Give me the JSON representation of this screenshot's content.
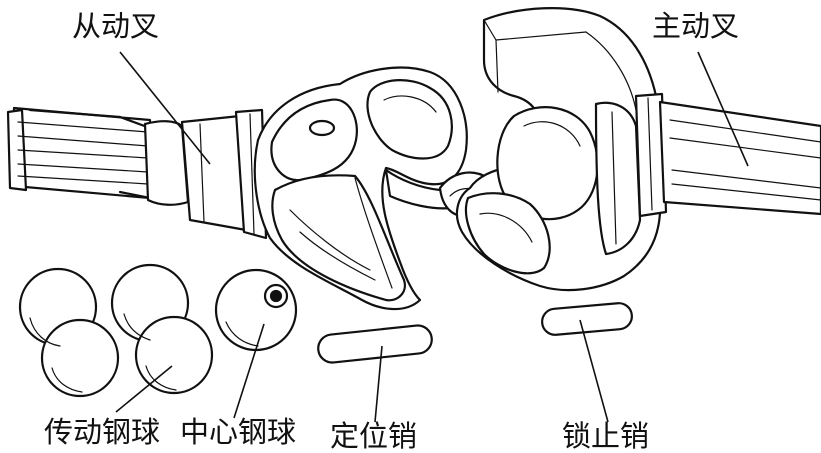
{
  "labels": {
    "driven_fork": "从动叉",
    "driving_fork": "主动叉",
    "drive_balls": "传动钢球",
    "center_ball": "中心钢球",
    "locating_pin": "定位销",
    "locking_pin": "锁止销"
  },
  "colors": {
    "ink": "#111111",
    "paper": "#ffffff"
  }
}
